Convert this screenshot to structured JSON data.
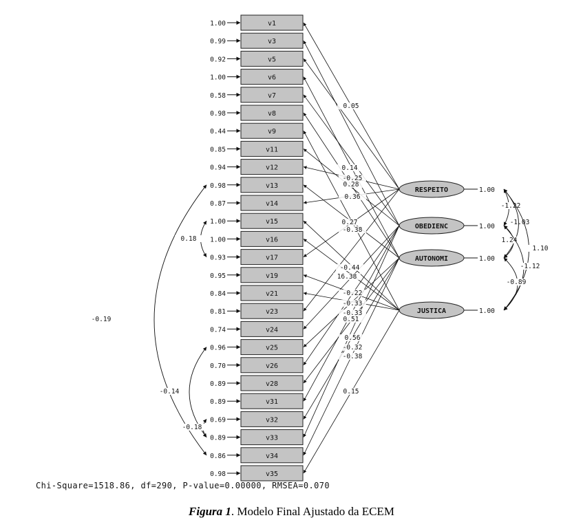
{
  "observed": [
    {
      "name": "v1",
      "error": "1.00"
    },
    {
      "name": "v3",
      "error": "0.99"
    },
    {
      "name": "v5",
      "error": "0.92"
    },
    {
      "name": "v6",
      "error": "1.00"
    },
    {
      "name": "v7",
      "error": "0.58"
    },
    {
      "name": "v8",
      "error": "0.98"
    },
    {
      "name": "v9",
      "error": "0.44"
    },
    {
      "name": "v11",
      "error": "0.85"
    },
    {
      "name": "v12",
      "error": "0.94"
    },
    {
      "name": "v13",
      "error": "0.98"
    },
    {
      "name": "v14",
      "error": "0.87"
    },
    {
      "name": "v15",
      "error": "1.00"
    },
    {
      "name": "v16",
      "error": "1.00"
    },
    {
      "name": "v17",
      "error": "0.93"
    },
    {
      "name": "v19",
      "error": "0.95"
    },
    {
      "name": "v21",
      "error": "0.84"
    },
    {
      "name": "v23",
      "error": "0.81"
    },
    {
      "name": "v24",
      "error": "0.74"
    },
    {
      "name": "v25",
      "error": "0.96"
    },
    {
      "name": "v26",
      "error": "0.70"
    },
    {
      "name": "v28",
      "error": "0.89"
    },
    {
      "name": "v31",
      "error": "0.89"
    },
    {
      "name": "v32",
      "error": "0.69"
    },
    {
      "name": "v33",
      "error": "0.89"
    },
    {
      "name": "v34",
      "error": "0.86"
    },
    {
      "name": "v35",
      "error": "0.98"
    }
  ],
  "latent": [
    {
      "name": "RESPEITO",
      "variance": "1.00"
    },
    {
      "name": "OBEDIENC",
      "variance": "1.00"
    },
    {
      "name": "AUTONOMI",
      "variance": "1.00"
    },
    {
      "name": "JUSTICA",
      "variance": "1.00"
    }
  ],
  "paths": [
    {
      "from": 0,
      "to": 0
    },
    {
      "from": 0,
      "to": 2
    },
    {
      "from": 0,
      "to": 8
    },
    {
      "from": 0,
      "to": 10
    },
    {
      "from": 0,
      "to": 13
    },
    {
      "from": 0,
      "to": 16
    },
    {
      "from": 1,
      "to": 1
    },
    {
      "from": 1,
      "to": 4
    },
    {
      "from": 1,
      "to": 7
    },
    {
      "from": 1,
      "to": 17
    },
    {
      "from": 1,
      "to": 19
    },
    {
      "from": 1,
      "to": 21
    },
    {
      "from": 1,
      "to": 23
    },
    {
      "from": 2,
      "to": 3
    },
    {
      "from": 2,
      "to": 5
    },
    {
      "from": 2,
      "to": 9
    },
    {
      "from": 2,
      "to": 18
    },
    {
      "from": 2,
      "to": 20
    },
    {
      "from": 2,
      "to": 22
    },
    {
      "from": 2,
      "to": 24
    },
    {
      "from": 3,
      "to": 6
    },
    {
      "from": 3,
      "to": 11
    },
    {
      "from": 3,
      "to": 12
    },
    {
      "from": 3,
      "to": 14
    },
    {
      "from": 3,
      "to": 15
    },
    {
      "from": 3,
      "to": 25
    }
  ],
  "path_labels": [
    "0.05",
    "0.14",
    "-0.25",
    "0.28",
    "0.36",
    "0.27",
    "-0.38",
    "-0.44",
    "16.38",
    "-0.22",
    "-0.33",
    "-0.33",
    "0.51",
    "0.56",
    "-0.32",
    "-0.38",
    "0.15"
  ],
  "error_covariances": [
    {
      "a": 9,
      "b": 24,
      "label": "-0.19"
    },
    {
      "a": 11,
      "b": 13,
      "label": "0.18"
    },
    {
      "a": 18,
      "b": 23,
      "label": "-0.14"
    },
    {
      "a": 22,
      "b": 23,
      "label": "-0.18"
    }
  ],
  "factor_correlations": [
    {
      "a": 0,
      "b": 1,
      "label": "-1.22"
    },
    {
      "a": 1,
      "b": 2,
      "label": "-1.03"
    },
    {
      "a": 0,
      "b": 2,
      "label": "1.24"
    },
    {
      "a": 0,
      "b": 3,
      "label": "1.10"
    },
    {
      "a": 1,
      "b": 3,
      "label": "-1.12"
    },
    {
      "a": 2,
      "b": 3,
      "label": "-0.89"
    }
  ],
  "fit_stats": "Chi-Square=1518.86, df=290, P-value=0.00000, RMSEA=0.070",
  "caption": {
    "label": "Figura 1",
    "text": ". Modelo Final Ajustado da ECEM"
  }
}
